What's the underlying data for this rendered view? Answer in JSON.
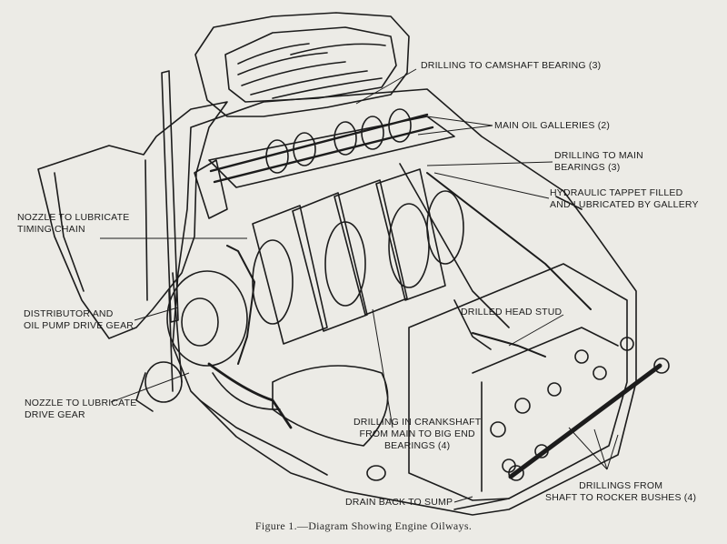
{
  "labels": {
    "camshaft_drilling": "DRILLING TO CAMSHAFT BEARING (3)",
    "main_galleries": "MAIN OIL GALLERIES (2)",
    "main_bearings_1": "DRILLING TO MAIN",
    "main_bearings_2": "BEARINGS (3)",
    "tappet_1": "HYDRAULIC TAPPET FILLED",
    "tappet_2": "AND LUBRICATED BY GALLERY",
    "timing_nozzle_1": "NOZZLE TO LUBRICATE",
    "timing_nozzle_2": "TIMING CHAIN",
    "distributor_1": "DISTRIBUTOR AND",
    "distributor_2": "OIL PUMP DRIVE GEAR",
    "drive_nozzle_1": "NOZZLE TO LUBRICATE",
    "drive_nozzle_2": "DRIVE GEAR",
    "head_stud": "DRILLED HEAD STUD",
    "crankshaft_1": "DRILLING IN CRANKSHAFT",
    "crankshaft_2": "FROM MAIN TO BIG END",
    "crankshaft_3": "BEARINGS (4)",
    "rocker_1": "DRILLINGS FROM",
    "rocker_2": "SHAFT TO ROCKER BUSHES (4)",
    "sump": "DRAIN BACK TO SUMP"
  },
  "caption": "Figure 1.—Diagram Showing Engine Oilways.",
  "colors": {
    "ink": "#1c1c1c",
    "paper": "#ecebe6"
  }
}
